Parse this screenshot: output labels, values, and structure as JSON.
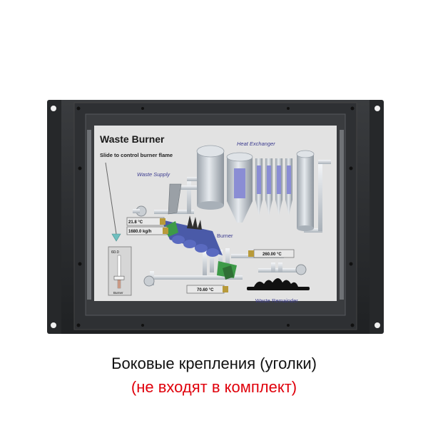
{
  "screen": {
    "title": "Waste Burner",
    "instruction": "Slide to control burner flame",
    "labels": {
      "heat_exchanger": "Heat Exchanger",
      "waste_supply": "Waste Supply",
      "burner": "Burner",
      "waste_remainder": "Waste Remainder"
    },
    "readouts": {
      "temp_left": "21.8 °C",
      "flow": "1680.0 kg/h",
      "temp_right": "260.00 °C",
      "temp_bottom": "70.60 °C"
    },
    "slider": {
      "value_label": "60.0",
      "caption": "Burner",
      "level": 0.6
    }
  },
  "caption": {
    "main": "Боковые крепления (уголки)",
    "note": "(не входят в комплект)"
  },
  "colors": {
    "bezel": "#2a2c2e",
    "screen_bg": "#e2e2e2",
    "tank": "#bcc3c9",
    "liquid": "#8a8dd4",
    "burner_green": "#3d9a48",
    "title_blue": "#3b3b8f",
    "caption_red": "#e0000b"
  }
}
